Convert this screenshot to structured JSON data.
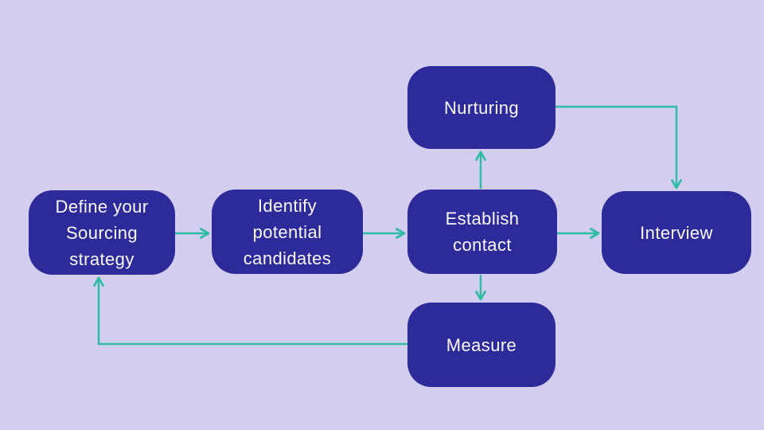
{
  "diagram": {
    "type": "flowchart",
    "title": "",
    "nodes": {
      "define": {
        "label": "Define your\nSourcing\nstrategy"
      },
      "identify": {
        "label": "Identify\npotential\ncandidates"
      },
      "establish": {
        "label": "Establish\ncontact"
      },
      "interview": {
        "label": "Interview"
      },
      "nurturing": {
        "label": "Nurturing"
      },
      "measure": {
        "label": "Measure"
      }
    },
    "edges": [
      {
        "from": "define",
        "to": "identify",
        "shape": "straight-right"
      },
      {
        "from": "identify",
        "to": "establish",
        "shape": "straight-right"
      },
      {
        "from": "establish",
        "to": "interview",
        "shape": "straight-right"
      },
      {
        "from": "establish",
        "to": "nurturing",
        "shape": "straight-up"
      },
      {
        "from": "establish",
        "to": "measure",
        "shape": "straight-down"
      },
      {
        "from": "nurturing",
        "to": "interview",
        "shape": "elbow-right-down"
      },
      {
        "from": "measure",
        "to": "define",
        "shape": "elbow-left-up"
      }
    ]
  },
  "colors": {
    "bg": "#d3cdf0",
    "node": "#2d2a9a",
    "text": "#faf9ff",
    "arrow": "#2fbca3"
  }
}
